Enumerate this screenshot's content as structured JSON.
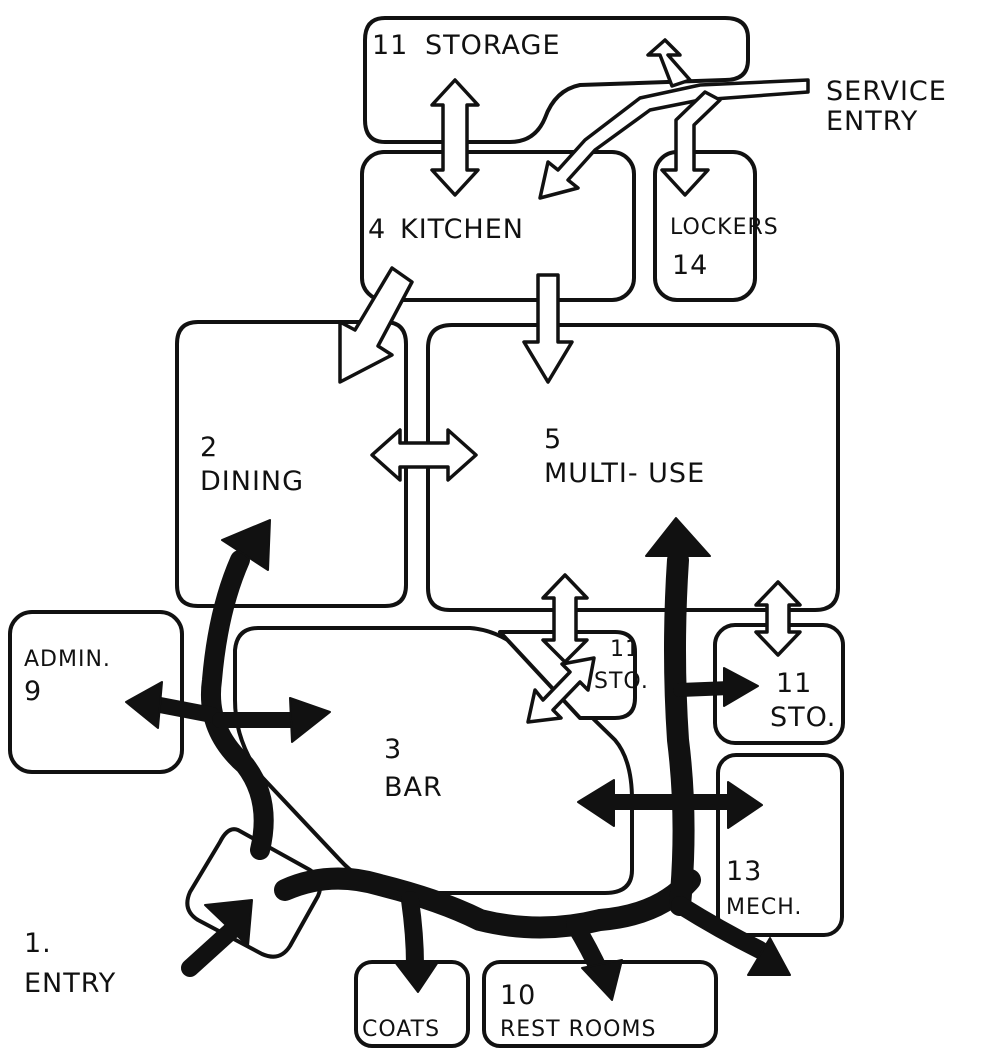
{
  "rooms": {
    "storage": {
      "number": "11",
      "name": "STORAGE"
    },
    "kitchen": {
      "number": "4",
      "name": "KITCHEN"
    },
    "lockers": {
      "name": "LOCKERS",
      "number": "14"
    },
    "dining": {
      "number": "2",
      "name": "DINING"
    },
    "multi_use": {
      "number": "5",
      "name": "MULTI- USE"
    },
    "admin": {
      "name": "ADMIN.",
      "number": "9"
    },
    "bar": {
      "number": "3",
      "name": "BAR"
    },
    "storage_small_a": {
      "number": "11",
      "name": "STO."
    },
    "storage_small_b": {
      "number": "11",
      "name": "STO."
    },
    "mech": {
      "number": "13",
      "name": "MECH."
    },
    "coats": {
      "name": "COATS"
    },
    "rest_rooms": {
      "number": "10",
      "name": "REST ROOMS"
    }
  },
  "entries": {
    "service": {
      "line1": "SERVICE",
      "line2": "ENTRY"
    },
    "main": {
      "number": "1.",
      "name": "ENTRY"
    }
  },
  "colors": {
    "ink": "#111111",
    "paper": "#ffffff"
  }
}
